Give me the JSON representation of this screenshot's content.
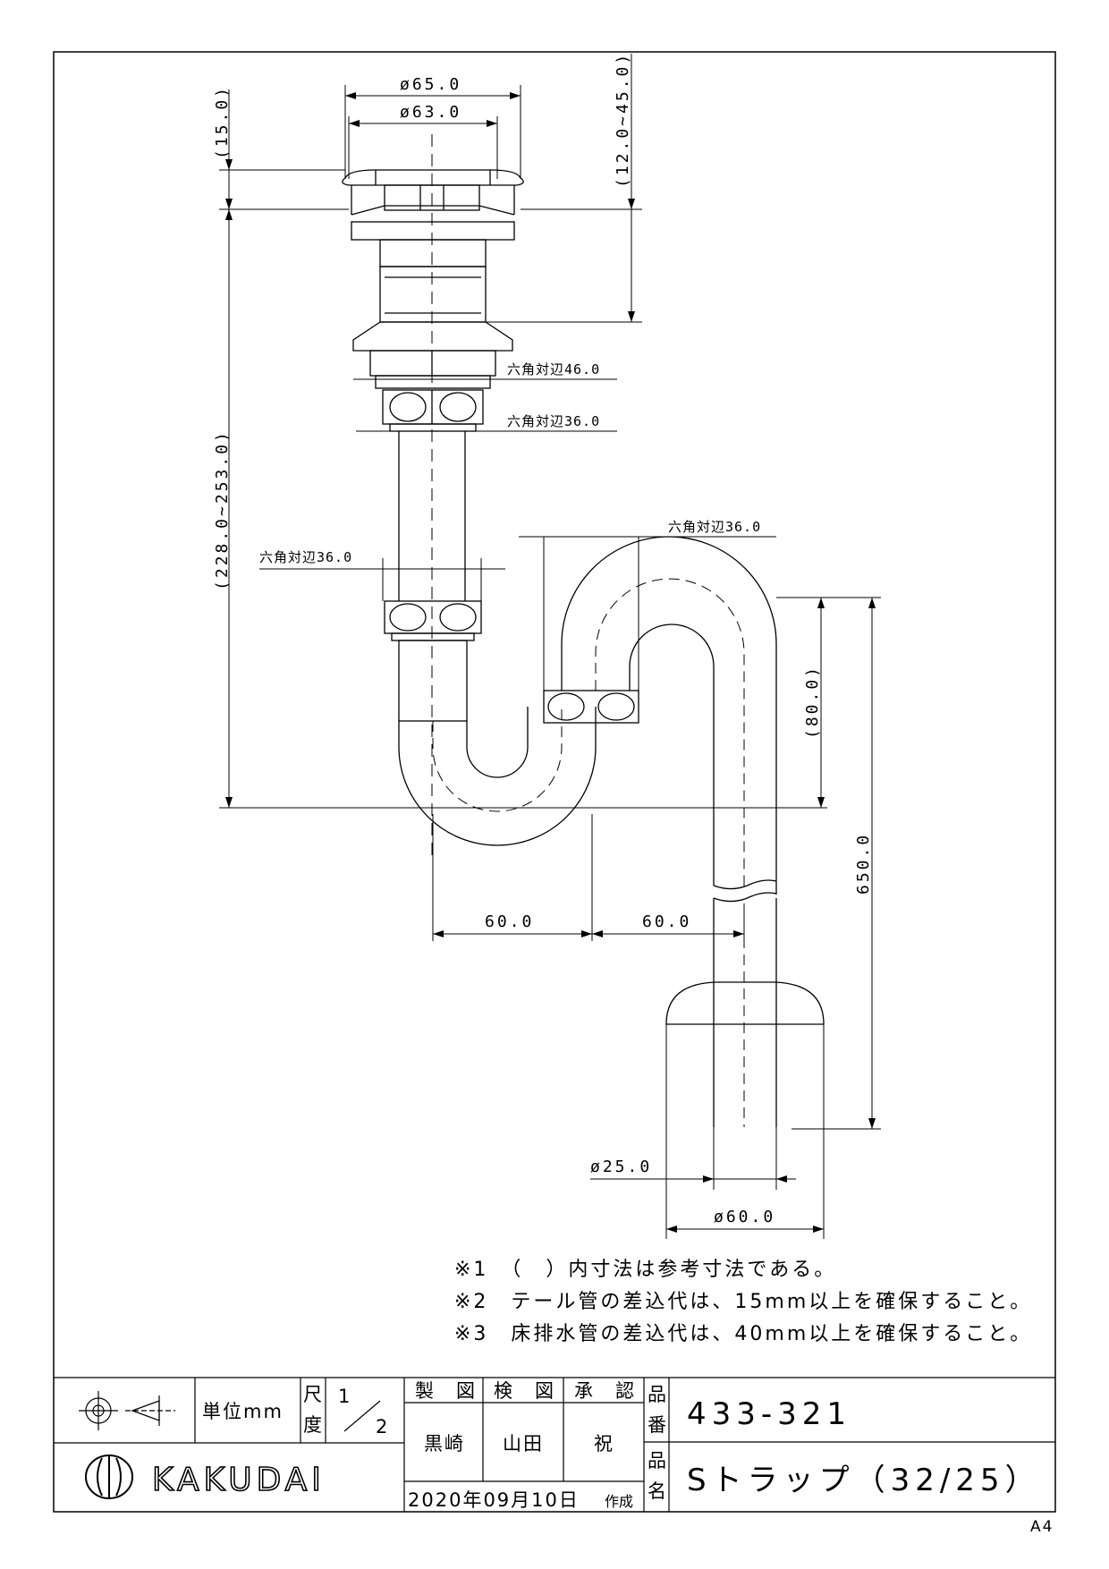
{
  "dimensions": {
    "d65": "ø65.0",
    "d63": "ø63.0",
    "top_h": "(15.0)",
    "adjust": "(12.0~45.0)",
    "overall": "(228.0~253.0)",
    "hex46": "六角対辺46.0",
    "hex36_a": "六角対辺36.0",
    "hex36_b": "六角対辺36.0",
    "hex36_c": "六角対辺36.0",
    "trap_h": "(80.0)",
    "total_h": "650.0",
    "w60_a": "60.0",
    "w60_b": "60.0",
    "d25": "ø25.0",
    "d60": "ø60.0"
  },
  "notes": [
    "※1　（　）内寸法は参考寸法である。",
    "※2　テール管の差込代は、15mm以上を確保すること。",
    "※3　床排水管の差込代は、40mm以上を確保すること。"
  ],
  "title_block": {
    "unit": "単位mm",
    "scale_label_1": "尺",
    "scale_label_2": "度",
    "scale_num": "1",
    "scale_den": "2",
    "drawn_label": "製　図",
    "checked_label": "検　図",
    "approved_label": "承　認",
    "drawn_by": "黒崎",
    "checked_by": "山田",
    "approved_by": "祝",
    "date": "2020年09月10日",
    "created": "作成",
    "part_no_label_1": "品",
    "part_no_label_2": "番",
    "part_no": "433-321",
    "part_name_label_1": "品",
    "part_name_label_2": "名",
    "part_name": "Sトラップ（32/25）",
    "company": "KAKUDAI"
  },
  "paper_size": "A4"
}
